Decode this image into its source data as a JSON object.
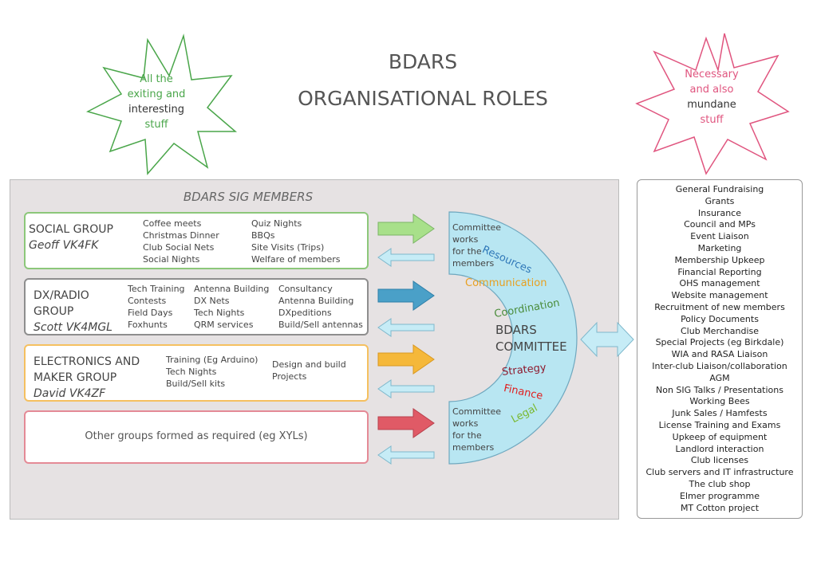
{
  "title": {
    "line1": "BDARS",
    "line2": "ORGANISATIONAL ROLES"
  },
  "star_left": {
    "line1": "All the",
    "line2": "exiting and",
    "line3": "interesting",
    "line4": "stuff"
  },
  "star_right": {
    "line1": "Necessary",
    "line2": "and also",
    "line3": "mundane",
    "line4": "stuff"
  },
  "panel_title": "BDARS SIG MEMBERS",
  "groups": {
    "social": {
      "name": "SOCIAL GROUP",
      "leader": "Geoff VK4FK",
      "col1": [
        "Coffee meets",
        "Christmas Dinner",
        "Club Social Nets",
        "Social Nights"
      ],
      "col2": [
        "Quiz Nights",
        "BBQs",
        "Site Visits (Trips)",
        "Welfare of members"
      ]
    },
    "dx": {
      "name_line1": "DX/RADIO",
      "name_line2": "GROUP",
      "leader": "Scott VK4MGL",
      "col1": [
        "Tech Training",
        "Contests",
        "Field Days",
        "Foxhunts"
      ],
      "col2": [
        "Antenna Building",
        "DX Nets",
        "Tech Nights",
        "QRM services"
      ],
      "col3": [
        "Consultancy",
        "Antenna Building",
        "DXpeditions",
        "Build/Sell antennas"
      ]
    },
    "electronics": {
      "name_line1": "ELECTRONICS AND",
      "name_line2": "MAKER GROUP",
      "leader": "David VK4ZF",
      "col1": [
        "Training (Eg Arduino)",
        "Tech Nights",
        "Build/Sell kits"
      ],
      "col2": [
        "Design and build",
        "Projects"
      ]
    },
    "other": {
      "text": "Other  groups formed as required (eg XYLs)"
    }
  },
  "committee": {
    "top_note": [
      "Committee",
      "works",
      "for the",
      "members"
    ],
    "bottom_note": [
      "Committee",
      "works",
      "for the",
      "members"
    ],
    "center_line1": "BDARS",
    "center_line2": "COMMITTEE",
    "resources": "Resources",
    "communication": "Communication",
    "coordination": "Coordination",
    "strategy": "Strategy",
    "finance": "Finance",
    "legal": "Legal"
  },
  "roles": [
    "General Fundraising",
    "Grants",
    "Insurance",
    "Council and MPs",
    "Event Liaison",
    "Marketing",
    "Membership Upkeep",
    "Financial Reporting",
    "OHS management",
    "Website management",
    "Recruitment of new members",
    "Policy Documents",
    "Club Merchandise",
    "Special Projects (eg Birkdale)",
    "WIA and RASA Liaison",
    "Inter-club Liaison/collaboration",
    "AGM",
    "Non SIG Talks / Presentations",
    "Working Bees",
    "Junk Sales / Hamfests",
    "License Training and Exams",
    "Upkeep of equipment",
    "Landlord interaction",
    "Club licenses",
    "Club servers and IT infrastructure",
    "The club shop",
    "Elmer programme",
    "MT Cotton project"
  ],
  "colors": {
    "social": "#8cc77a",
    "dx": "#8e8e8e",
    "electronics": "#f5c060",
    "other": "#e48a96",
    "committee_fill": "#b8e6f2",
    "star_left": "#4aa64a",
    "star_right": "#e0557f"
  }
}
